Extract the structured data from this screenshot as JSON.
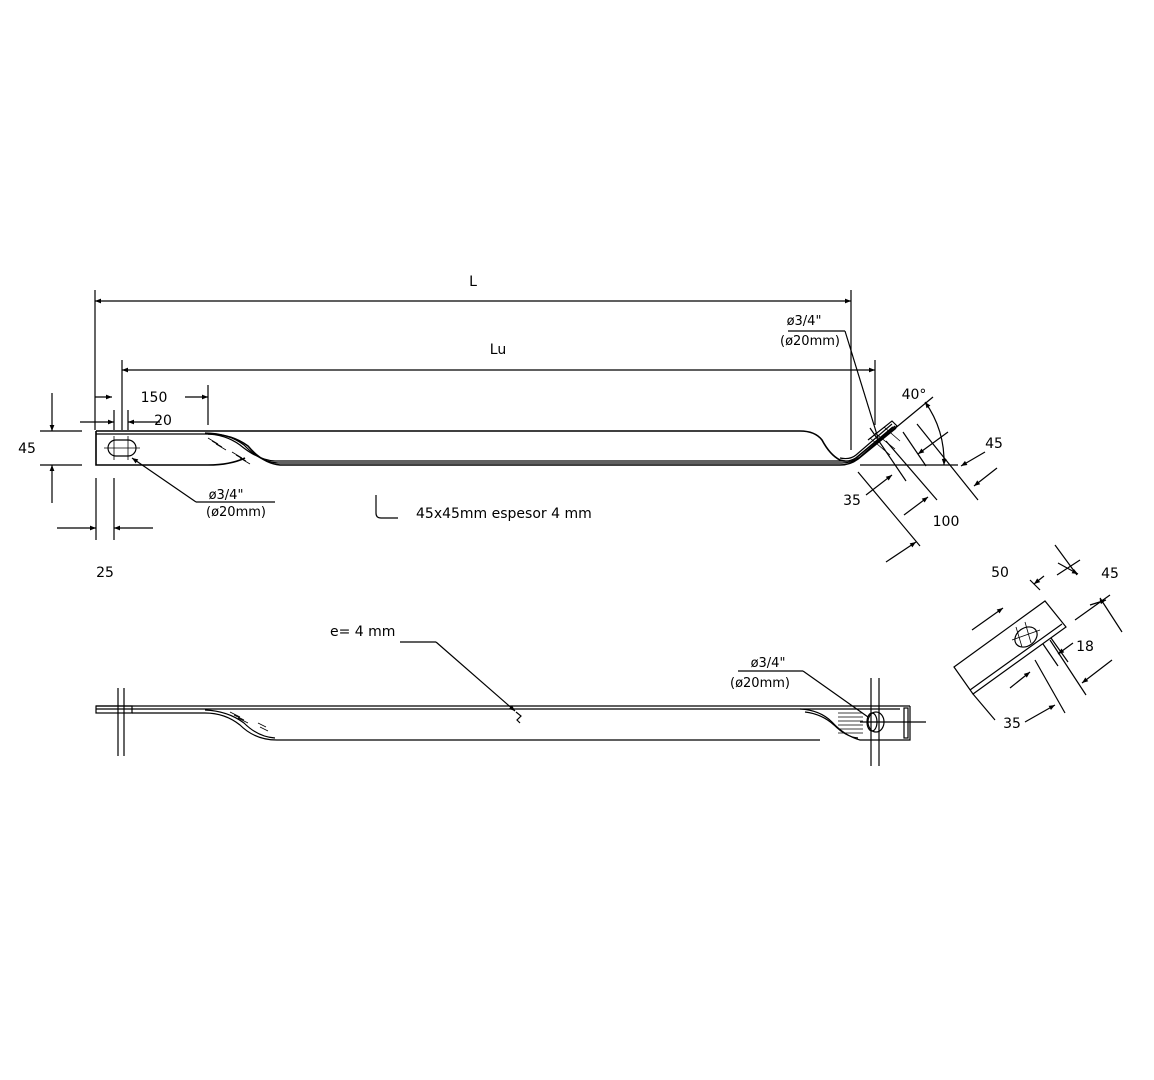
{
  "drawing": {
    "background": "#ffffff",
    "line_color": "#000000",
    "top_view": {
      "dim_L": "L",
      "dim_Lu": "Lu",
      "dim_150": "150",
      "dim_20": "20",
      "dim_45_height": "45",
      "dim_25": "25",
      "hole_left_label_line1": "ø3/4\"",
      "hole_left_label_line2": "(ø20mm)",
      "hole_right_label_line1": "ø3/4\"",
      "hole_right_label_line2": "(ø20mm)",
      "profile_note": "45x45mm  espesor  4  mm",
      "bend_angle": "40°",
      "dim_45_bend": "45",
      "dim_35_bend": "35",
      "dim_100_bend": "100"
    },
    "side_view": {
      "thickness_note": "e=  4  mm",
      "hole_label_line1": "ø3/4\"",
      "hole_label_line2": "(ø20mm)"
    },
    "end_detail": {
      "dim_50": "50",
      "dim_45": "45",
      "dim_18": "18",
      "dim_35": "35"
    }
  }
}
